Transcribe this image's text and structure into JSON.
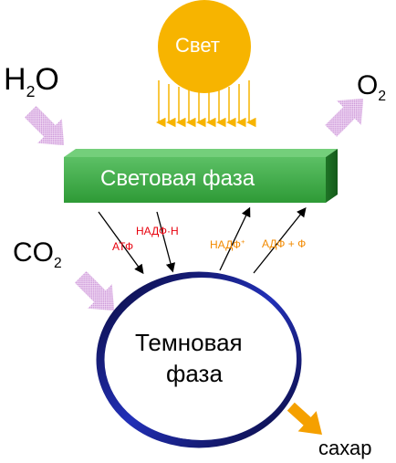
{
  "sun": {
    "label": "Свет",
    "color": "#f7b400"
  },
  "light_phase": {
    "label": "Световая фаза",
    "color": "#2fa33a"
  },
  "dark_phase": {
    "line1": "Темновая",
    "line2": "фаза",
    "color": "#1c1c8c"
  },
  "inputs": {
    "water": {
      "base": "H",
      "sub": "2",
      "rest": "O"
    },
    "co2": {
      "base": "CO",
      "sub": "2"
    }
  },
  "outputs": {
    "oxygen": {
      "base": "O",
      "sub": "2"
    },
    "sugar": {
      "label": "сахар",
      "color": "#f5a000"
    }
  },
  "transfer_labels": {
    "atp": {
      "text": "АТФ",
      "color": "#e8000d"
    },
    "nadph": {
      "text": "НАДФ·Н",
      "color": "#e8000d"
    },
    "nadp_plus": {
      "text": "НАДФ",
      "sup": "+",
      "color": "#f28a00"
    },
    "adp_p": {
      "text": "АДФ + Ф",
      "color": "#f28a00"
    }
  },
  "icons": {
    "input_arrow": "pink-hatched-arrow-icon",
    "output_arrow": "pink-hatched-arrow-icon",
    "sugar_arrow": "orange-arrow-icon",
    "light_rays": "down-arrow-icon"
  }
}
